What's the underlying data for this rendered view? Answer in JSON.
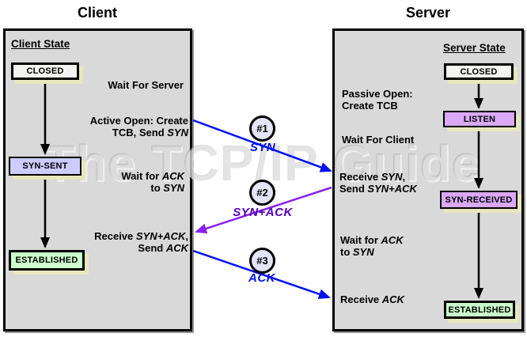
{
  "watermark": "The TCP/IP Guide",
  "colors": {
    "panel_bg": "#d9d9d9",
    "shadow": "#e7e7bd",
    "blue": "#0011ee",
    "purple": "#8822ee",
    "purple_text": "#5500bb",
    "closed_fill": "#f4f4f2",
    "lavender": "#ccccff",
    "violet": "#d9a9f5",
    "green": "#ccffcc",
    "badge_fill": "#e4e4f8"
  },
  "client": {
    "title": "Client",
    "heading": "Client State",
    "states": {
      "closed": "CLOSED",
      "syn_sent": "SYN-SENT",
      "established": "ESTABLISHED"
    },
    "notes": {
      "wait_server": [
        {
          "t": "Wait For Server"
        }
      ],
      "active_open": [
        {
          "t": "Active Open: Create\nTCB, Send "
        },
        {
          "t": "SYN",
          "i": true
        }
      ],
      "wait_ack": [
        {
          "t": "Wait for "
        },
        {
          "t": "ACK",
          "i": true
        },
        {
          "t": "\nto "
        },
        {
          "t": "SYN",
          "i": true
        }
      ],
      "receive_synack": [
        {
          "t": "Receive "
        },
        {
          "t": "SYN+ACK",
          "i": true
        },
        {
          "t": ",\nSend "
        },
        {
          "t": "ACK",
          "i": true
        }
      ]
    }
  },
  "server": {
    "title": "Server",
    "heading": "Server State",
    "states": {
      "closed": "CLOSED",
      "listen": "LISTEN",
      "syn_received": "SYN-RECEIVED",
      "established": "ESTABLISHED"
    },
    "notes": {
      "passive_open": [
        {
          "t": "Passive Open:\nCreate TCB"
        }
      ],
      "wait_client": [
        {
          "t": "Wait For Client"
        }
      ],
      "receive_syn": [
        {
          "t": "Receive "
        },
        {
          "t": "SYN",
          "i": true
        },
        {
          "t": ",\nSend "
        },
        {
          "t": "SYN+ACK",
          "i": true
        }
      ],
      "wait_ack": [
        {
          "t": "Wait for "
        },
        {
          "t": "ACK",
          "i": true
        },
        {
          "t": "\nto "
        },
        {
          "t": "SYN",
          "i": true
        }
      ],
      "receive_ack": [
        {
          "t": "Receive "
        },
        {
          "t": "ACK",
          "i": true
        }
      ]
    }
  },
  "messages": [
    {
      "badge": "#1",
      "label": "SYN",
      "direction": "client-to-server"
    },
    {
      "badge": "#2",
      "label": "SYN+ACK",
      "direction": "server-to-client"
    },
    {
      "badge": "#3",
      "label": "ACK",
      "direction": "client-to-server"
    }
  ]
}
